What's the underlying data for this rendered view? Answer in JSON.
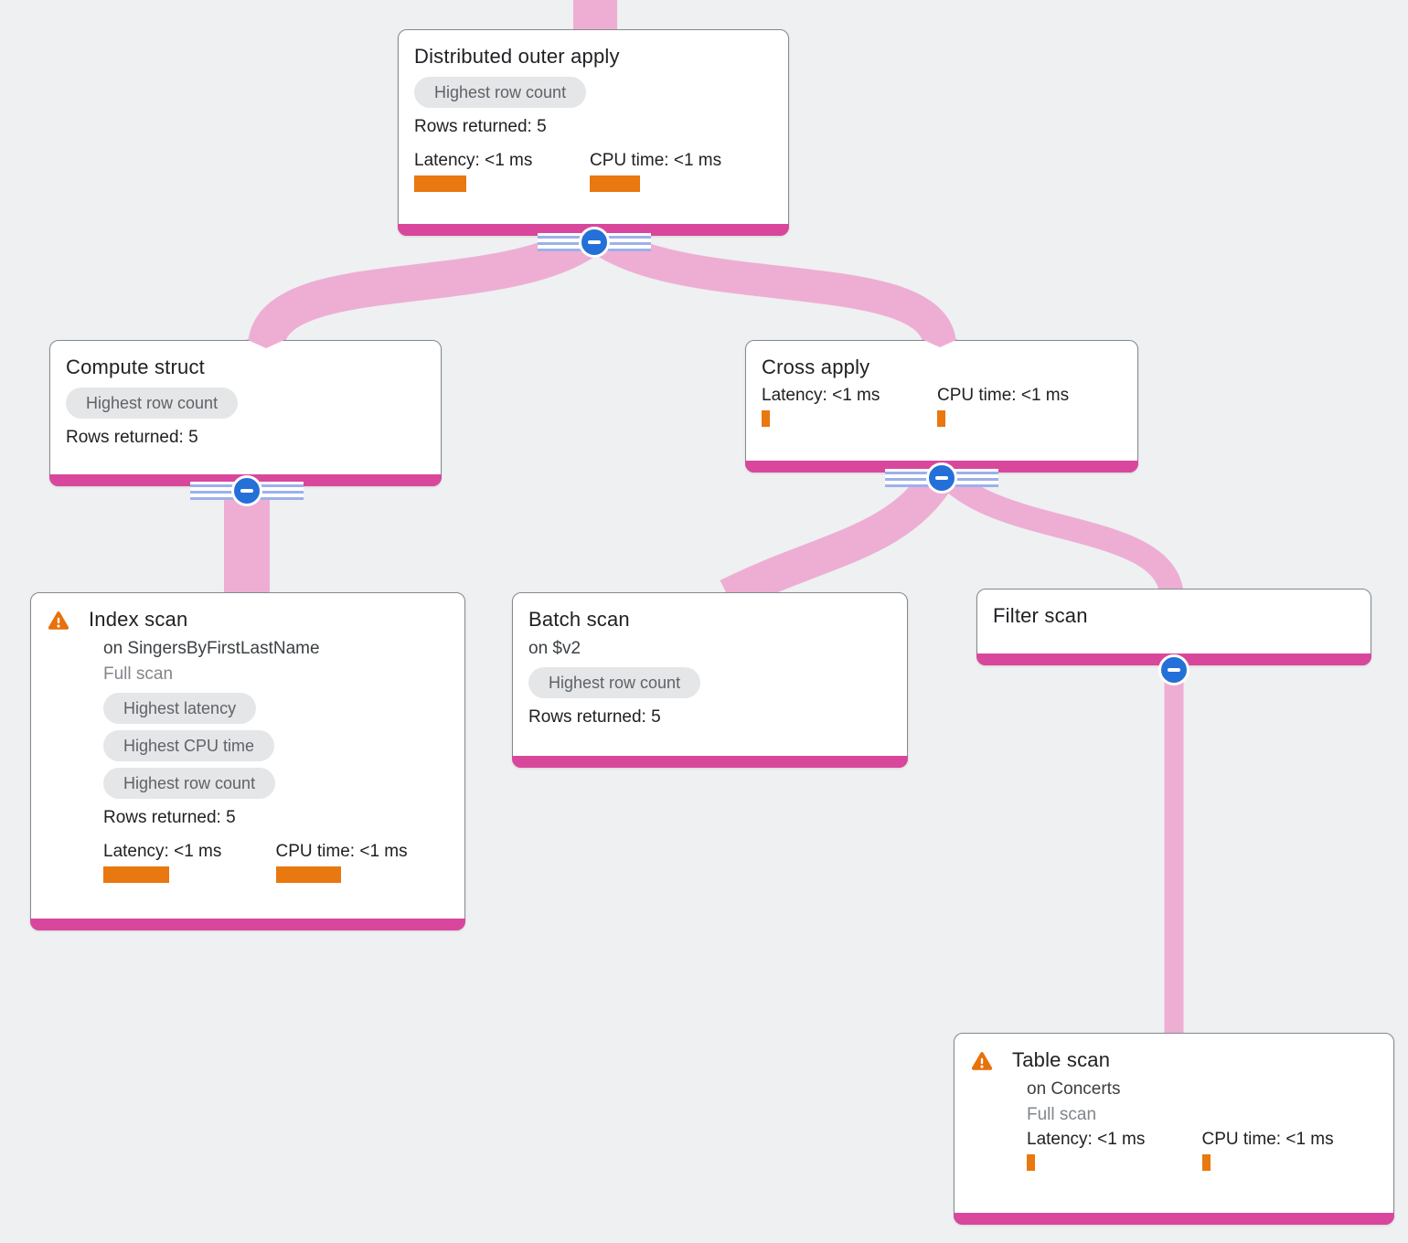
{
  "diagram_title": "Query execution plan tree",
  "colors": {
    "background": "#eef0f1",
    "node_background": "#ffffff",
    "node_border": "#848a91",
    "node_accent_pink": "#d9479c",
    "edge_pink": "#eeaed3",
    "bar_orange": "#e8780f",
    "warning_orange": "#e8710a",
    "chip_background": "#e4e6e8",
    "chip_text": "#5f6368",
    "collapse_button_blue": "#2470d8",
    "stripe_blue": "#9db1ea"
  },
  "nodes": {
    "distributed_outer_apply": {
      "title": "Distributed outer apply",
      "chips": [
        "Highest row count"
      ],
      "rows_returned": "Rows returned: 5",
      "latency_label": "Latency: <1 ms",
      "latency_bar_width": 57,
      "cpu_label": "CPU time: <1 ms",
      "cpu_bar_width": 55
    },
    "compute_struct": {
      "title": "Compute struct",
      "chips": [
        "Highest row count"
      ],
      "rows_returned": "Rows returned: 5"
    },
    "cross_apply": {
      "title": "Cross apply",
      "latency_label": "Latency: <1 ms",
      "latency_bar_width": 9,
      "cpu_label": "CPU time: <1 ms",
      "cpu_bar_width": 9
    },
    "index_scan": {
      "title": "Index scan",
      "subtitle": "on SingersByFirstLastName",
      "scan_type": "Full scan",
      "chips": [
        "Highest latency",
        "Highest CPU time",
        "Highest row count"
      ],
      "rows_returned": "Rows returned: 5",
      "latency_label": "Latency: <1 ms",
      "latency_bar_width": 72,
      "cpu_label": "CPU time: <1 ms",
      "cpu_bar_width": 71
    },
    "batch_scan": {
      "title": "Batch scan",
      "subtitle": "on $v2",
      "chips": [
        "Highest row count"
      ],
      "rows_returned": "Rows returned: 5"
    },
    "filter_scan": {
      "title": "Filter scan"
    },
    "table_scan": {
      "title": "Table scan",
      "subtitle": "on Concerts",
      "scan_type": "Full scan",
      "latency_label": "Latency: <1 ms",
      "latency_bar_width": 9,
      "cpu_label": "CPU time: <1 ms",
      "cpu_bar_width": 9
    }
  }
}
